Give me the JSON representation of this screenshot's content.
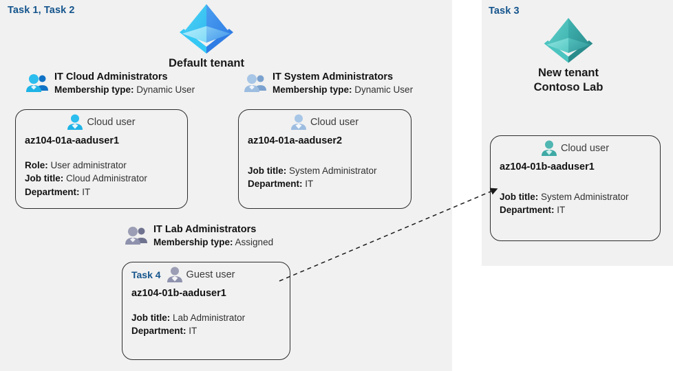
{
  "panels": {
    "left": {
      "task_label": "Task 1, Task 2"
    },
    "right": {
      "task_label": "Task 3"
    }
  },
  "tenants": [
    {
      "id": "default",
      "icon": "azure-tenant-icon",
      "name_line1": "Default tenant",
      "name_line2": "",
      "color": "#3b9ef5"
    },
    {
      "id": "contoso",
      "icon": "azure-tenant-icon",
      "name_line1": "New  tenant",
      "name_line2": "Contoso Lab",
      "color": "#3cb8b8"
    }
  ],
  "groups": [
    {
      "id": "it-cloud-administrators",
      "icon": "group-users-icon",
      "name": "IT Cloud Administrators",
      "meta_label": "Membership type:",
      "meta_value": "Dynamic User",
      "icon_color": "#18a6e0"
    },
    {
      "id": "it-system-administrators",
      "icon": "group-users-icon",
      "name": "IT System Administrators",
      "meta_label": "Membership type:",
      "meta_value": "Dynamic User",
      "icon_color": "#9dbde0"
    },
    {
      "id": "it-lab-administrators",
      "icon": "group-users-icon",
      "name": "IT Lab Administrators",
      "meta_label": "Membership type:",
      "meta_value": "Assigned",
      "icon_color": "#8f92ad"
    }
  ],
  "cards": [
    {
      "id": "az104-01a-aaduser1",
      "task": "",
      "head_label": "Cloud user",
      "icon": "cloud-user-icon",
      "icon_color": "#2bb8e8",
      "username": "az104-01a-aaduser1",
      "props": [
        {
          "label": "Role:",
          "value": "User administrator"
        },
        {
          "label": "Job title:",
          "value": "Cloud Administrator"
        },
        {
          "label": "Department:",
          "value": "IT"
        }
      ]
    },
    {
      "id": "az104-01a-aaduser2",
      "task": "",
      "head_label": "Cloud user",
      "icon": "cloud-user-icon",
      "icon_color": "#a9c4e3",
      "username": "az104-01a-aaduser2",
      "props": [
        {
          "label": "Job title:",
          "value": "System Administrator"
        },
        {
          "label": "Department:",
          "value": "IT"
        }
      ]
    },
    {
      "id": "az104-01b-aaduser1-guest",
      "task": "Task 4",
      "head_label": "Guest user",
      "icon": "guest-user-icon",
      "icon_color": "#9497ae",
      "username": "az104-01b-aaduser1",
      "props": [
        {
          "label": "Job title:",
          "value": "Lab Administrator"
        },
        {
          "label": "Department:",
          "value": "IT"
        }
      ]
    },
    {
      "id": "az104-01b-aaduser1-cloud",
      "task": "",
      "head_label": "Cloud user",
      "icon": "cloud-user-icon",
      "icon_color": "#3ea9a5",
      "username": "az104-01b-aaduser1",
      "props": [
        {
          "label": "Job title:",
          "value": "System Administrator"
        },
        {
          "label": "Department:",
          "value": "IT"
        }
      ]
    }
  ],
  "connector": {
    "id": "guest-to-tenant-arrow",
    "style": "dashed-arrow",
    "color": "#1a1a1a"
  },
  "colors": {
    "panel_background": "#f1f1f1",
    "task_accent": "#14548c",
    "card_border": "#2b2b2b",
    "text_primary": "#121212",
    "text_secondary": "#303030"
  }
}
